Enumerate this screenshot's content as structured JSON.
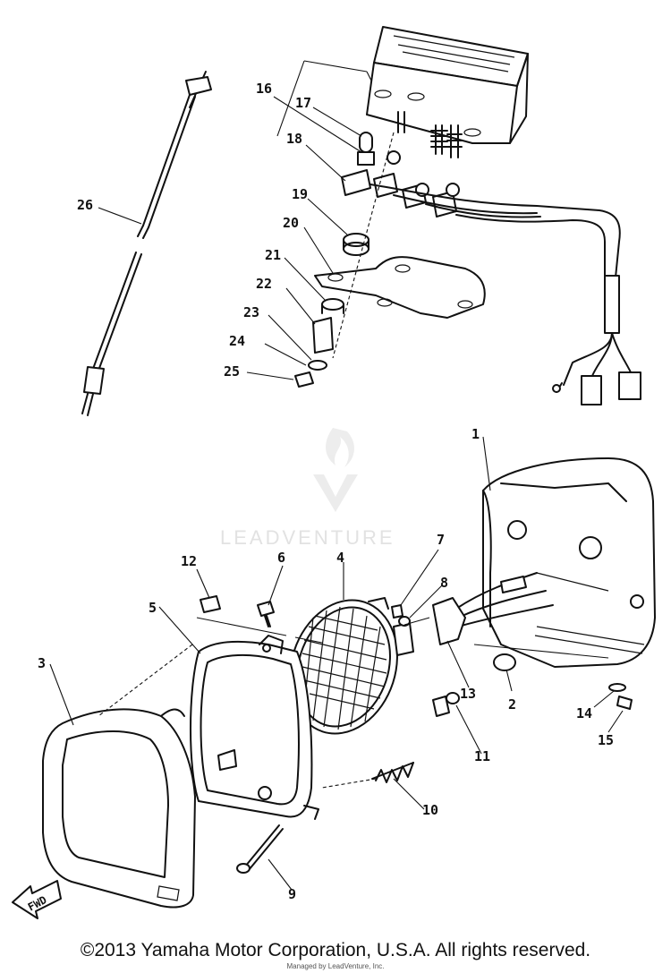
{
  "diagram": {
    "copyright": "©2013 Yamaha Motor Corporation, U.S.A. All rights reserved.",
    "sub_note": "Managed by LeadVenture, Inc.",
    "watermark": "LEADVENTURE",
    "fwd_label": "FWD",
    "callouts": [
      "1",
      "2",
      "3",
      "4",
      "5",
      "6",
      "7",
      "8",
      "9",
      "10",
      "11",
      "12",
      "13",
      "14",
      "15",
      "16",
      "17",
      "18",
      "19",
      "20",
      "21",
      "22",
      "23",
      "24",
      "25",
      "26"
    ]
  }
}
